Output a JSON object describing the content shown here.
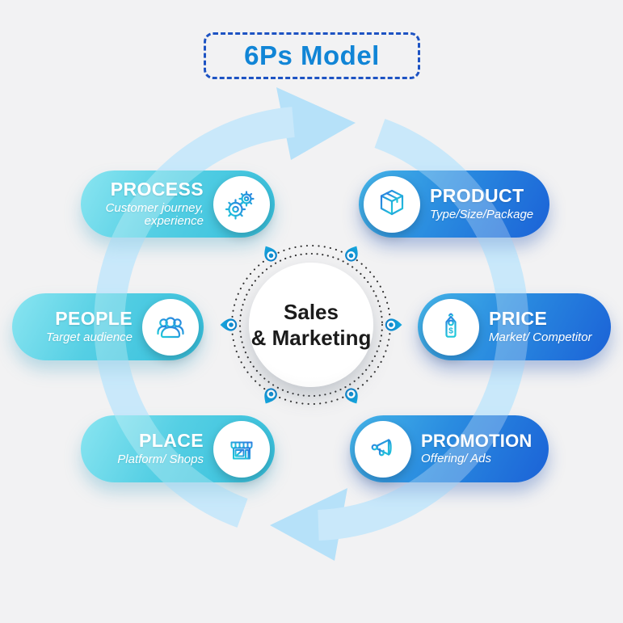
{
  "title": "6Ps Model",
  "center": {
    "line1": "Sales",
    "line2": "& Marketing"
  },
  "pills": [
    {
      "label": "PROCESS",
      "desc": "Customer journey, experience",
      "icon": "gears-icon"
    },
    {
      "label": "PRODUCT",
      "desc": "Type/Size/Package",
      "icon": "package-icon"
    },
    {
      "label": "PEOPLE",
      "desc": "Target audience",
      "icon": "people-icon"
    },
    {
      "label": "PRICE",
      "desc": "Market/ Competitor",
      "icon": "price-tag-icon"
    },
    {
      "label": "PLACE",
      "desc": "Platform/ Shops",
      "icon": "storefront-icon"
    },
    {
      "label": "PROMOTION",
      "desc": "Offering/ Ads",
      "icon": "megaphone-icon"
    }
  ],
  "colors": {
    "title_text": "#1185d6",
    "title_dash_border": "#1d53c3",
    "pill_cyan_from": "#8ae5f1",
    "pill_cyan_to": "#35bedb",
    "pill_blue_from": "#45b5e9",
    "pill_blue_to": "#1b62d7",
    "cycle_arc": "#b6e1f9",
    "pin_blue": "#149dd8",
    "center_text": "#1b1b1b",
    "background": "#f2f2f3"
  }
}
